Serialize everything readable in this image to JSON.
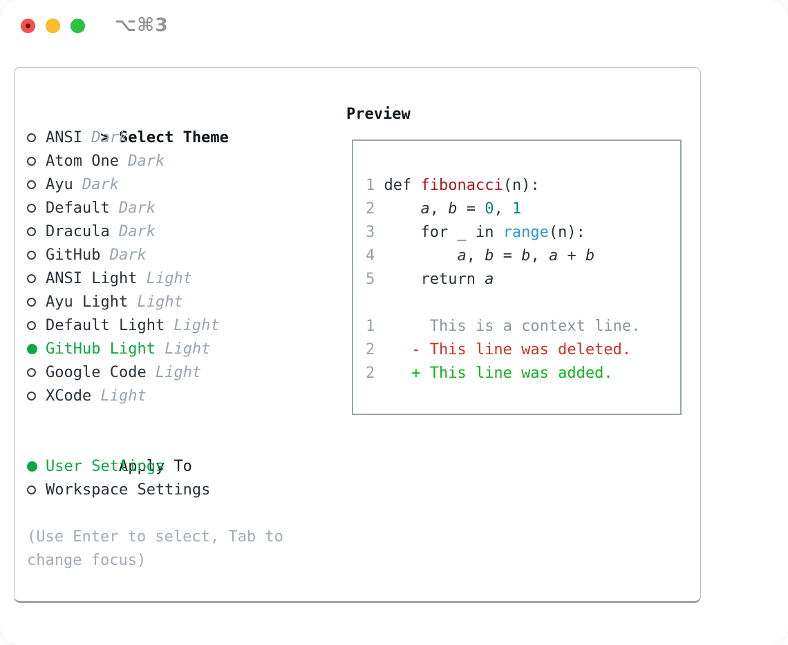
{
  "window": {
    "title": "⌥⌘3"
  },
  "colors": {
    "accent_green": "#0ca843",
    "text_dark": "#2c323a",
    "header_black": "#10151a",
    "muted_gray": "#9aa4b1",
    "hint_gray": "#a2abb6",
    "lineno": "#98a1ac",
    "code": "#2b3138",
    "func": "#a8181d",
    "num": "#0e7e85",
    "builtin": "#2b98d6",
    "context": "#8e969e",
    "deleted": "#c9341f",
    "added": "#10b31c",
    "var": "#2b3138",
    "traffic_red": "#f6534c",
    "traffic_yellow": "#fcbd2f",
    "traffic_green": "#29c53f"
  },
  "select_theme": {
    "prompt": ">",
    "title": "Select Theme",
    "themes": [
      {
        "name": "ANSI",
        "variant": "Dark",
        "selected": false
      },
      {
        "name": "Atom One",
        "variant": "Dark",
        "selected": false
      },
      {
        "name": "Ayu",
        "variant": "Dark",
        "selected": false
      },
      {
        "name": "Default",
        "variant": "Dark",
        "selected": false
      },
      {
        "name": "Dracula",
        "variant": "Dark",
        "selected": false
      },
      {
        "name": "GitHub",
        "variant": "Dark",
        "selected": false
      },
      {
        "name": "ANSI Light",
        "variant": "Light",
        "selected": false
      },
      {
        "name": "Ayu Light",
        "variant": "Light",
        "selected": false
      },
      {
        "name": "Default Light",
        "variant": "Light",
        "selected": false
      },
      {
        "name": "GitHub Light",
        "variant": "Light",
        "selected": true
      },
      {
        "name": "Google Code",
        "variant": "Light",
        "selected": false
      },
      {
        "name": "XCode",
        "variant": "Light",
        "selected": false
      }
    ]
  },
  "apply_to": {
    "title": "Apply To",
    "options": [
      {
        "name": "User Settings",
        "selected": true
      },
      {
        "name": "Workspace Settings",
        "selected": false
      }
    ]
  },
  "hint": "(Use Enter to select, Tab to change focus)",
  "preview": {
    "title": "Preview",
    "lines": [
      {
        "segments": [
          {
            "t": "1 ",
            "c": "lineno"
          },
          {
            "t": "def ",
            "c": "code"
          },
          {
            "t": "fibonacci",
            "c": "func"
          },
          {
            "t": "(n):",
            "c": "code"
          }
        ]
      },
      {
        "segments": [
          {
            "t": "2 ",
            "c": "lineno"
          },
          {
            "t": "    ",
            "c": "code"
          },
          {
            "t": "a",
            "c": "var"
          },
          {
            "t": ", ",
            "c": "code"
          },
          {
            "t": "b",
            "c": "var"
          },
          {
            "t": " = ",
            "c": "code"
          },
          {
            "t": "0",
            "c": "num"
          },
          {
            "t": ", ",
            "c": "code"
          },
          {
            "t": "1",
            "c": "num"
          }
        ]
      },
      {
        "segments": [
          {
            "t": "3 ",
            "c": "lineno"
          },
          {
            "t": "    for _ in ",
            "c": "code"
          },
          {
            "t": "range",
            "c": "builtin"
          },
          {
            "t": "(n):",
            "c": "code"
          }
        ]
      },
      {
        "segments": [
          {
            "t": "4 ",
            "c": "lineno"
          },
          {
            "t": "        ",
            "c": "code"
          },
          {
            "t": "a",
            "c": "var"
          },
          {
            "t": ", ",
            "c": "code"
          },
          {
            "t": "b",
            "c": "var"
          },
          {
            "t": " = ",
            "c": "code"
          },
          {
            "t": "b",
            "c": "var"
          },
          {
            "t": ", ",
            "c": "code"
          },
          {
            "t": "a",
            "c": "var"
          },
          {
            "t": " + ",
            "c": "code"
          },
          {
            "t": "b",
            "c": "var"
          }
        ]
      },
      {
        "segments": [
          {
            "t": "5 ",
            "c": "lineno"
          },
          {
            "t": "    return ",
            "c": "code"
          },
          {
            "t": "a",
            "c": "var"
          }
        ]
      },
      {
        "segments": []
      },
      {
        "segments": [
          {
            "t": "1",
            "c": "lineno"
          },
          {
            "t": "      This is a context line.",
            "c": "context"
          }
        ]
      },
      {
        "segments": [
          {
            "t": "2",
            "c": "lineno"
          },
          {
            "t": "    - This line was deleted.",
            "c": "deleted"
          }
        ]
      },
      {
        "segments": [
          {
            "t": "2",
            "c": "lineno"
          },
          {
            "t": "    + This line was added.",
            "c": "added"
          }
        ]
      }
    ]
  }
}
